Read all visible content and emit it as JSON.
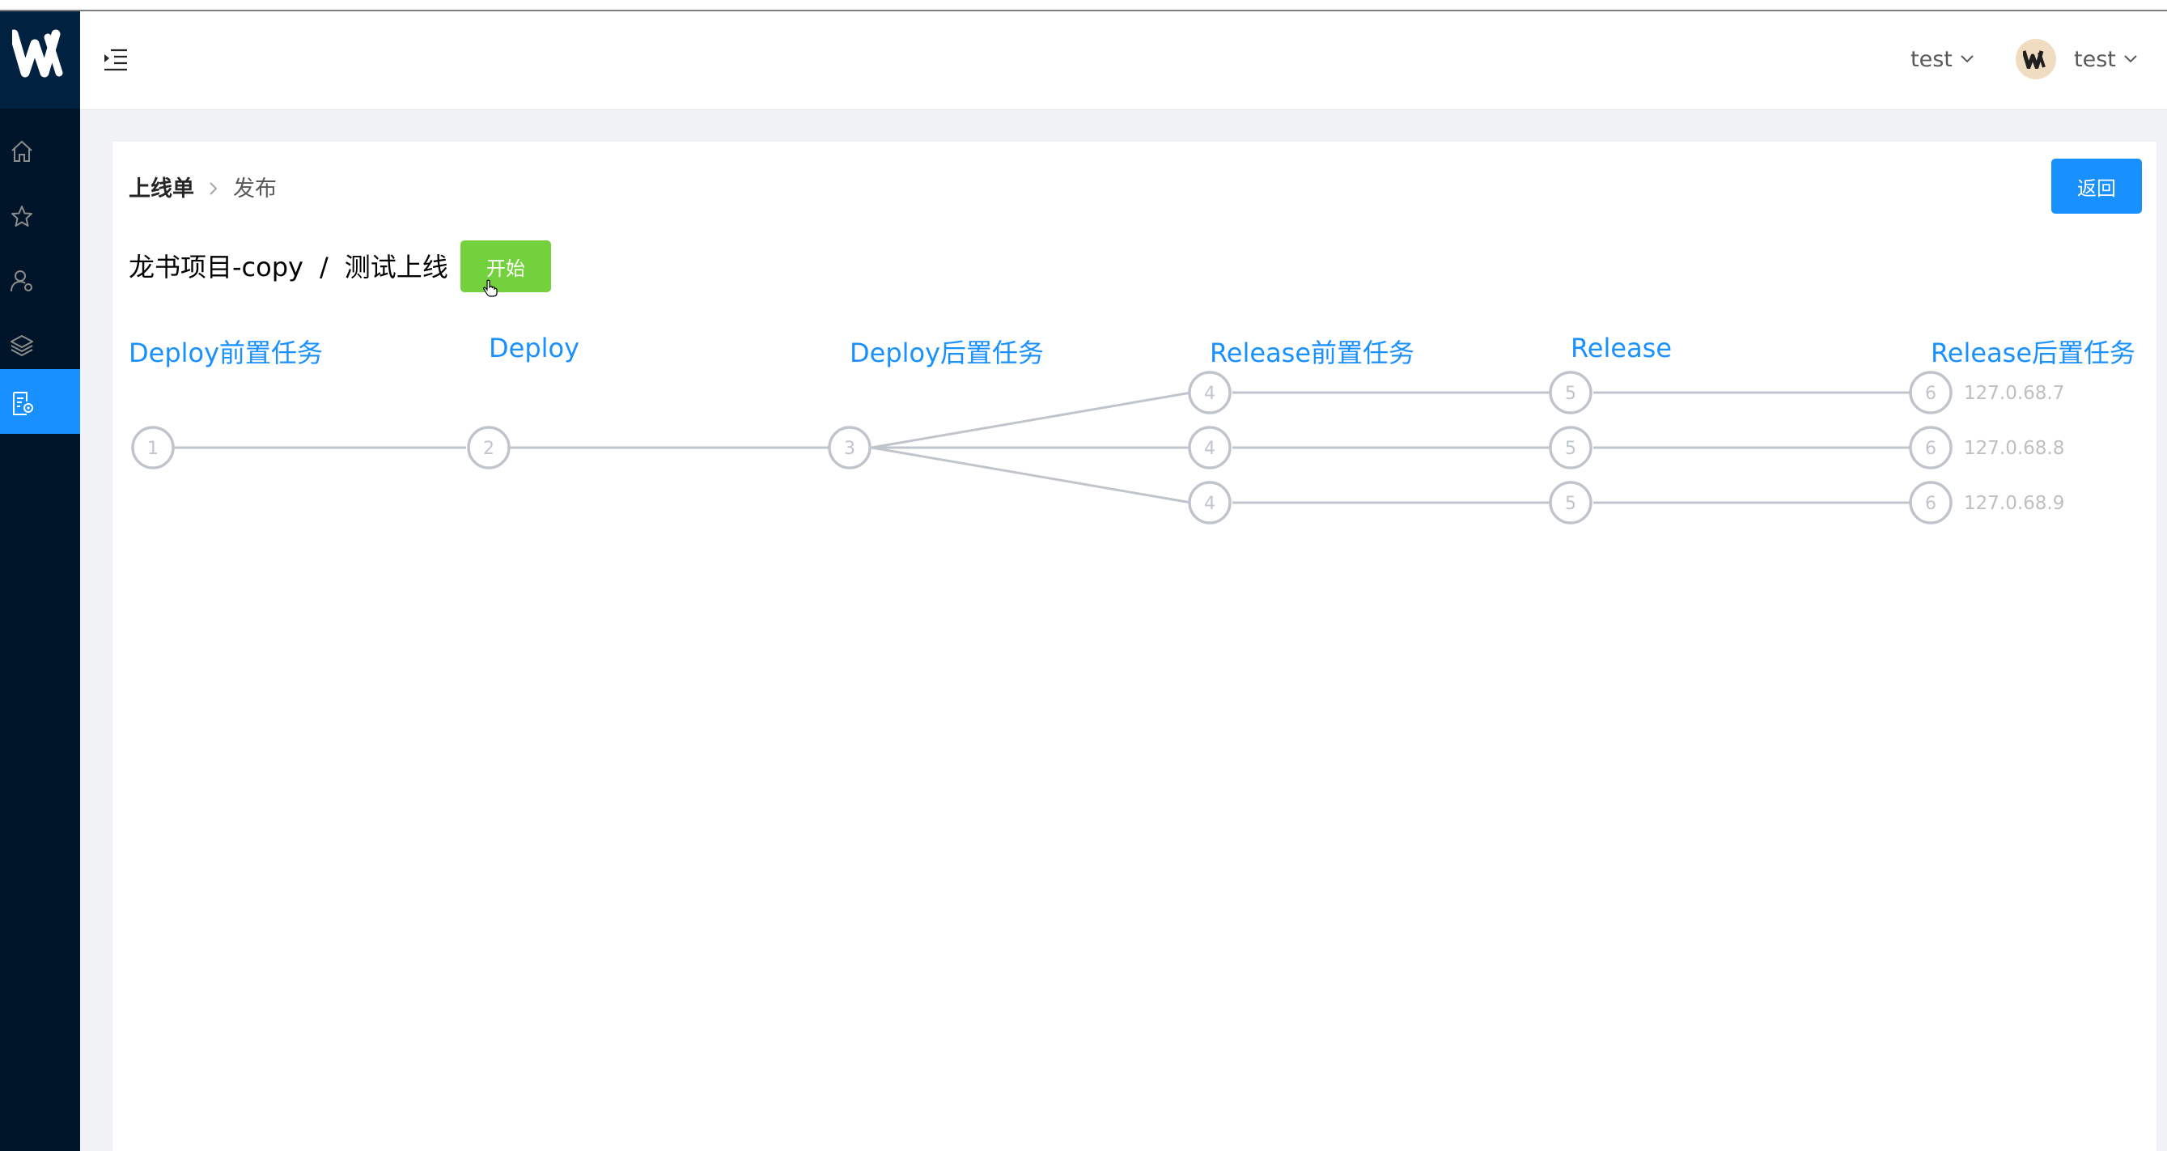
{
  "header": {
    "environment": "test",
    "username": "test"
  },
  "breadcrumb": {
    "first": "上线单",
    "second": "发布"
  },
  "actions": {
    "back_label": "返回",
    "start_label": "开始"
  },
  "deploy_title": {
    "project": "龙书项目-copy",
    "separator": "/",
    "request": "测试上线"
  },
  "phases": [
    "Deploy前置任务",
    "Deploy",
    "Deploy后置任务",
    "Release前置任务",
    "Release",
    "Release后置任务"
  ],
  "flow": {
    "shared_steps": [
      "1",
      "2",
      "3"
    ],
    "host_rows": [
      {
        "steps": [
          "4",
          "5",
          "6"
        ],
        "host": "127.0.68.7"
      },
      {
        "steps": [
          "4",
          "5",
          "6"
        ],
        "host": "127.0.68.8"
      },
      {
        "steps": [
          "4",
          "5",
          "6"
        ],
        "host": "127.0.68.9"
      }
    ]
  },
  "colors": {
    "sidebar": "#001529",
    "primary": "#1890ff",
    "start_button": "#73d13d",
    "pending_step": "#c0c4cc"
  },
  "icons": [
    "logo-icon",
    "menu-fold-icon",
    "home-icon",
    "star-icon",
    "user-settings-icon",
    "layers-icon",
    "deploy-doc-icon",
    "chevron-down-icon",
    "pointer-cursor-icon"
  ]
}
